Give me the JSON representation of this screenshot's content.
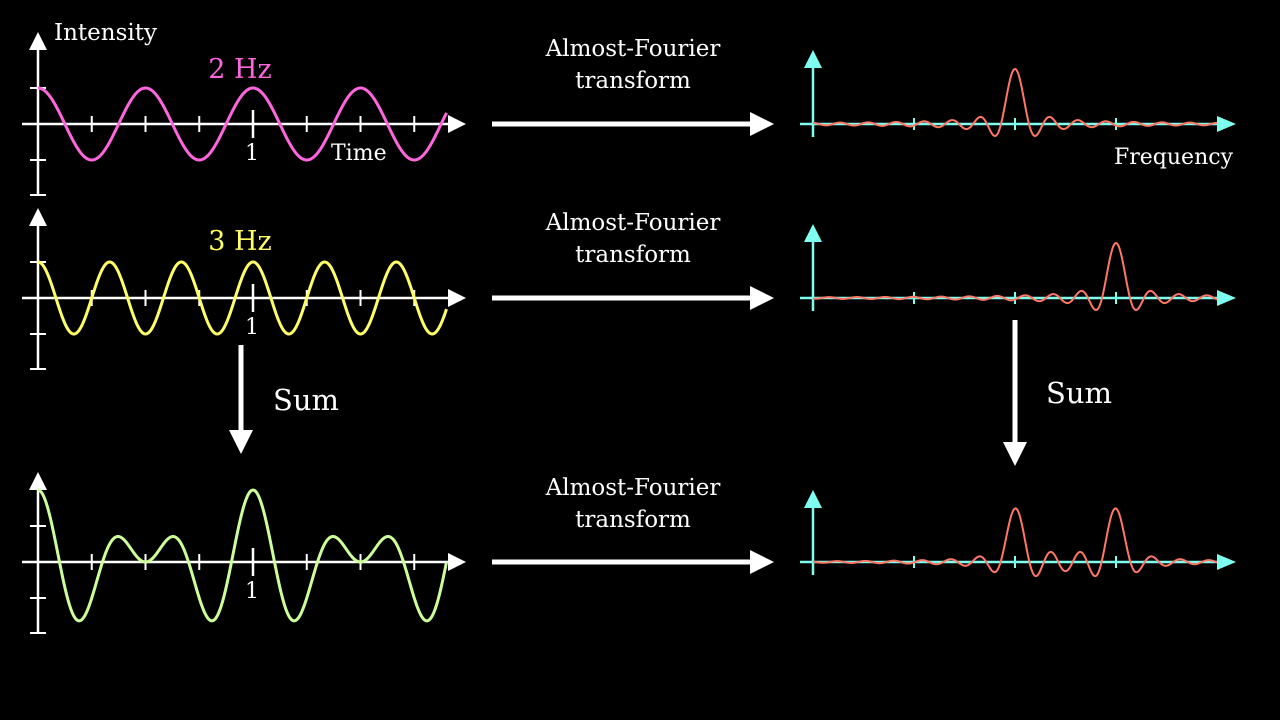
{
  "labels": {
    "intensity_axis": "Intensity",
    "time_axis": "Time",
    "frequency_axis": "Frequency",
    "tick_one": "1",
    "transform_line1": "Almost-Fourier",
    "transform_line2": "transform",
    "sum": "Sum"
  },
  "colors": {
    "background": "#000000",
    "axis": "#ffffff",
    "freq_axis": "#7ffff0",
    "signal_2hz": "#ff66dd",
    "signal_3hz": "#ffff66",
    "signal_sum": "#ccff99",
    "spectrum": "#ff7766"
  },
  "signals": [
    {
      "name": "2 Hz",
      "frequency": 2,
      "color": "#ff66dd",
      "shows_time_label": true
    },
    {
      "name": "3 Hz",
      "frequency": 3,
      "color": "#ffff66",
      "shows_time_label": false
    },
    {
      "name": "",
      "components": [
        2,
        3
      ],
      "color": "#ccff99",
      "shows_time_label": false
    }
  ],
  "spectra": [
    {
      "peaks": [
        2
      ],
      "shows_frequency_label": true
    },
    {
      "peaks": [
        3
      ],
      "shows_frequency_label": false
    },
    {
      "peaks": [
        2,
        3
      ],
      "shows_frequency_label": false
    }
  ]
}
